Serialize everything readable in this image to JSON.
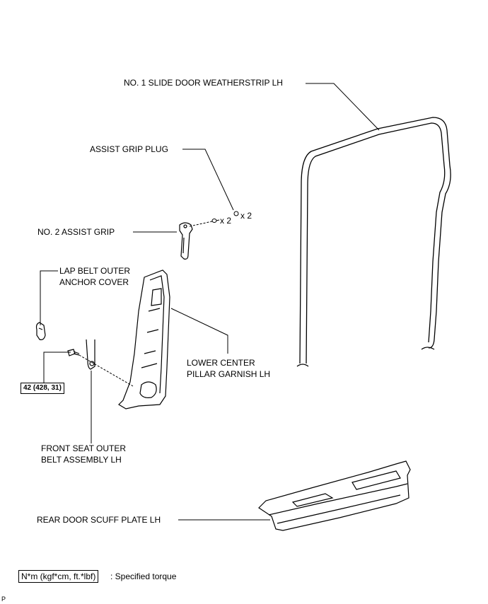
{
  "labels": {
    "weatherstrip": "NO. 1 SLIDE DOOR WEATHERSTRIP LH",
    "assist_grip_plug": "ASSIST GRIP PLUG",
    "plug_qty": "x 2",
    "screw_qty": "x 2",
    "assist_grip": "NO. 2 ASSIST GRIP",
    "lap_belt_cover_line1": "LAP BELT OUTER",
    "lap_belt_cover_line2": "ANCHOR COVER",
    "pillar_garnish_line1": "LOWER CENTER",
    "pillar_garnish_line2": "PILLAR GARNISH LH",
    "seat_belt_line1": "FRONT SEAT OUTER",
    "seat_belt_line2": "BELT ASSEMBLY LH",
    "scuff_plate": "REAR DOOR SCUFF PLATE LH"
  },
  "torque": {
    "value": "42 (428, 31)"
  },
  "legend": {
    "unit_box": "N*m (kgf*cm, ft.*lbf)",
    "description": ": Specified torque"
  },
  "corner_mark": "P"
}
